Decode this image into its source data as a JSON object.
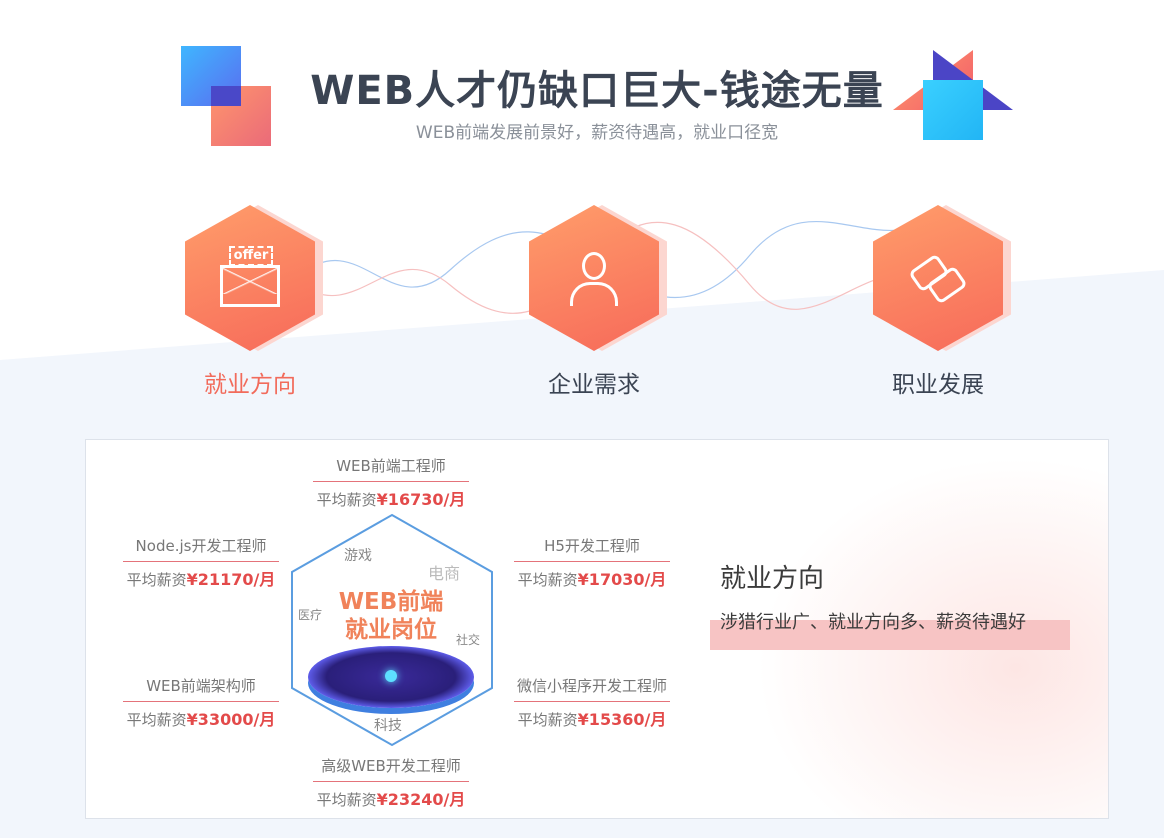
{
  "header": {
    "title": "WEB人才仍缺口巨大-钱途无量",
    "subtitle": "WEB前端发展前景好，薪资待遇高，就业口径宽"
  },
  "features": [
    {
      "label": "就业方向",
      "icon": "offer-envelope-icon",
      "icon_text": "offer",
      "active": true
    },
    {
      "label": "企业需求",
      "icon": "person-icon"
    },
    {
      "label": "职业发展",
      "icon": "handshake-icon"
    }
  ],
  "center": {
    "line1": "WEB前端",
    "line2": "就业岗位",
    "tags": [
      "游戏",
      "电商",
      "医疗",
      "社交",
      "科技"
    ]
  },
  "salary_prefix": "平均薪资",
  "posts": [
    {
      "name": "WEB前端工程师",
      "amount": "¥16730/月"
    },
    {
      "name": "Node.js开发工程师",
      "amount": "¥21170/月"
    },
    {
      "name": "H5开发工程师",
      "amount": "¥17030/月"
    },
    {
      "name": "WEB前端架构师",
      "amount": "¥33000/月"
    },
    {
      "name": "微信小程序开发工程师",
      "amount": "¥15360/月"
    },
    {
      "name": "高级WEB开发工程师",
      "amount": "¥23240/月"
    }
  ],
  "detail": {
    "title": "就业方向",
    "desc": "涉猎行业广、就业方向多、薪资待遇好"
  },
  "colors": {
    "accent": "#f26b5b",
    "title": "#3b4453"
  }
}
